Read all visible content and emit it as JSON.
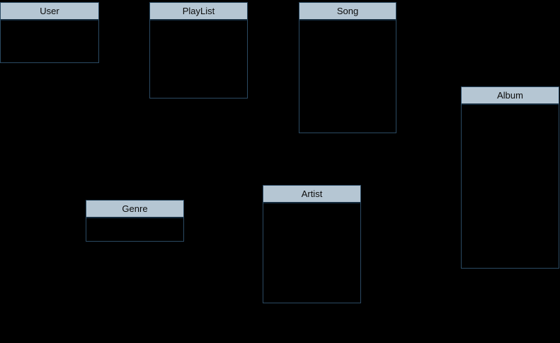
{
  "canvas": {
    "background": "#000000"
  },
  "diagram": {
    "type": "entity-relationship",
    "colors": {
      "header_fill": "#b5c6d3",
      "border": "#2b4a63",
      "header_divider": "#142a3c",
      "title_text": "#0d0d0d",
      "body_fill": "#000000"
    },
    "entities": [
      {
        "title": "User"
      },
      {
        "title": "PlayList"
      },
      {
        "title": "Song"
      },
      {
        "title": "Album"
      },
      {
        "title": "Genre"
      },
      {
        "title": "Artist"
      }
    ]
  }
}
